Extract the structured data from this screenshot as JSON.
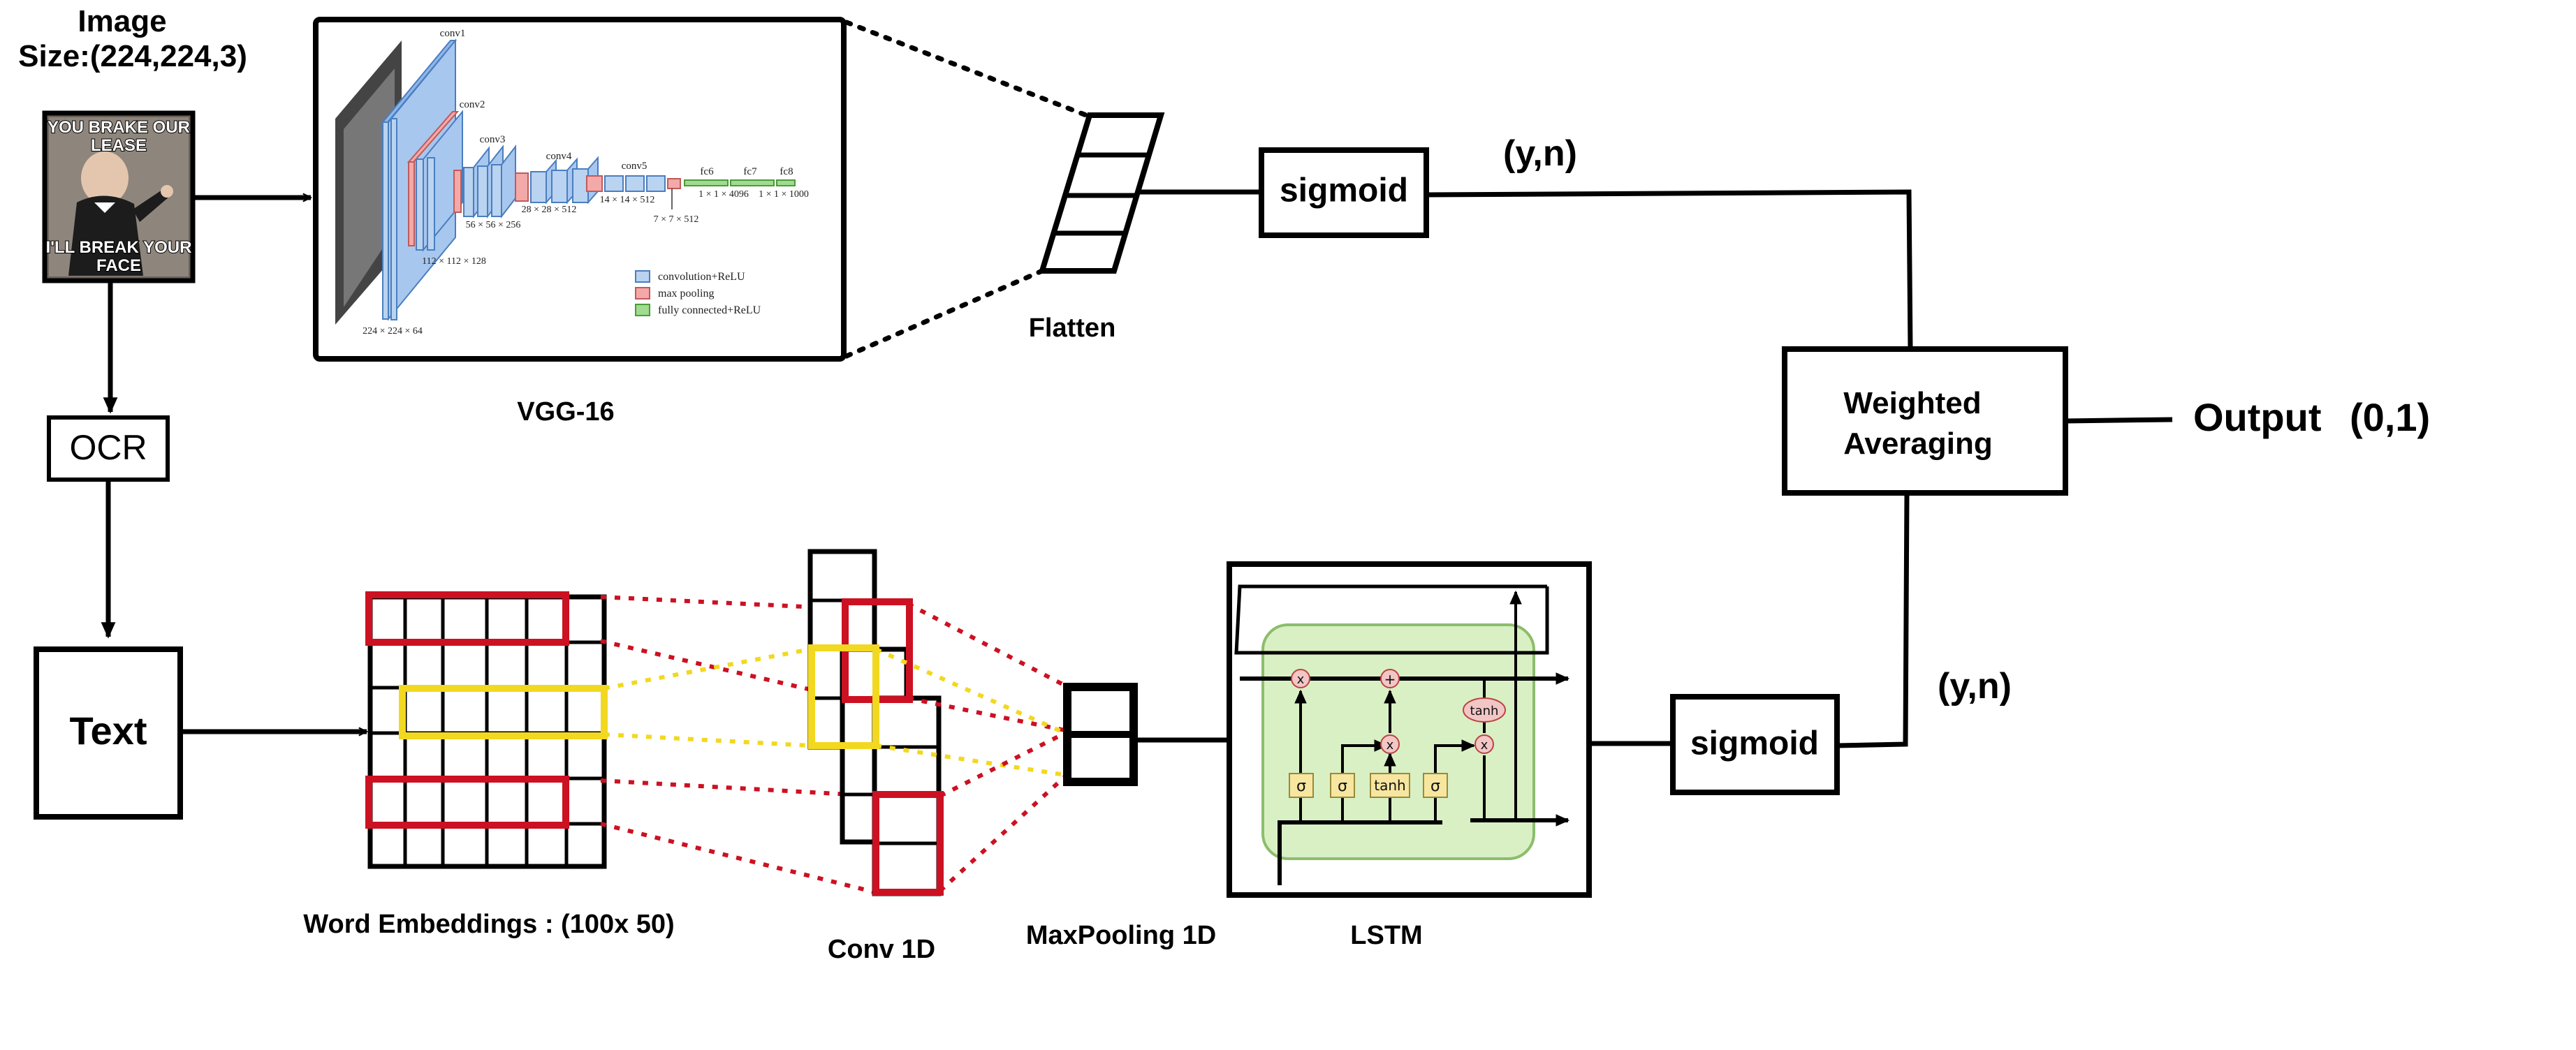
{
  "image_input": {
    "label_line1": "Image",
    "label_line2": "Size:(224,224,3)",
    "meme_top_line1": "YOU BRAKE OUR",
    "meme_top_line2": "LEASE",
    "meme_bottom_line1": "I'LL BREAK YOUR",
    "meme_bottom_line2": "FACE"
  },
  "vgg": {
    "caption": "VGG-16",
    "layers": [
      "conv1",
      "conv2",
      "conv3",
      "conv4",
      "conv5",
      "fc6",
      "fc7",
      "fc8"
    ],
    "dims": [
      "224 × 224 × 64",
      "112 × 112 × 128",
      "56 × 56 × 256",
      "28 × 28 × 512",
      "14 × 14 × 512",
      "7 × 7 × 512",
      "1 × 1 × 4096",
      "1 × 1 × 1000"
    ],
    "legend": [
      {
        "label": "convolution+ReLU",
        "color": "#b9d3f0"
      },
      {
        "label": "max pooling",
        "color": "#f4a9a9"
      },
      {
        "label": "fully connected+ReLU",
        "color": "#9fdc8f"
      }
    ]
  },
  "flatten": {
    "label": "Flatten"
  },
  "sigmoid_top": {
    "label": "sigmoid"
  },
  "sigmoid_bottom": {
    "label": "sigmoid"
  },
  "yn_top": "(y,n)",
  "yn_bottom": "(y,n)",
  "weighted": {
    "line1": "Weighted",
    "line2": "Averaging"
  },
  "output": {
    "label": "Output",
    "range": "(0,1)"
  },
  "ocr": {
    "label": "OCR"
  },
  "text_box": {
    "label": "Text"
  },
  "embeddings": {
    "caption": "Word Embeddings : (100x 50)"
  },
  "conv1d": {
    "caption": "Conv 1D"
  },
  "maxpool": {
    "caption": "MaxPooling 1D"
  },
  "lstm": {
    "caption": "LSTM",
    "gates": [
      "σ",
      "σ",
      "tanh",
      "σ"
    ],
    "ops": [
      "x",
      "+",
      "x",
      "x"
    ],
    "tanh_op": "tanh"
  },
  "colors": {
    "red": "#cc1122",
    "yellow": "#f2d820",
    "lstm_fill": "#d9f0c4",
    "lstm_border": "#8cbd6c",
    "gate_fill": "#f6e6a0"
  }
}
